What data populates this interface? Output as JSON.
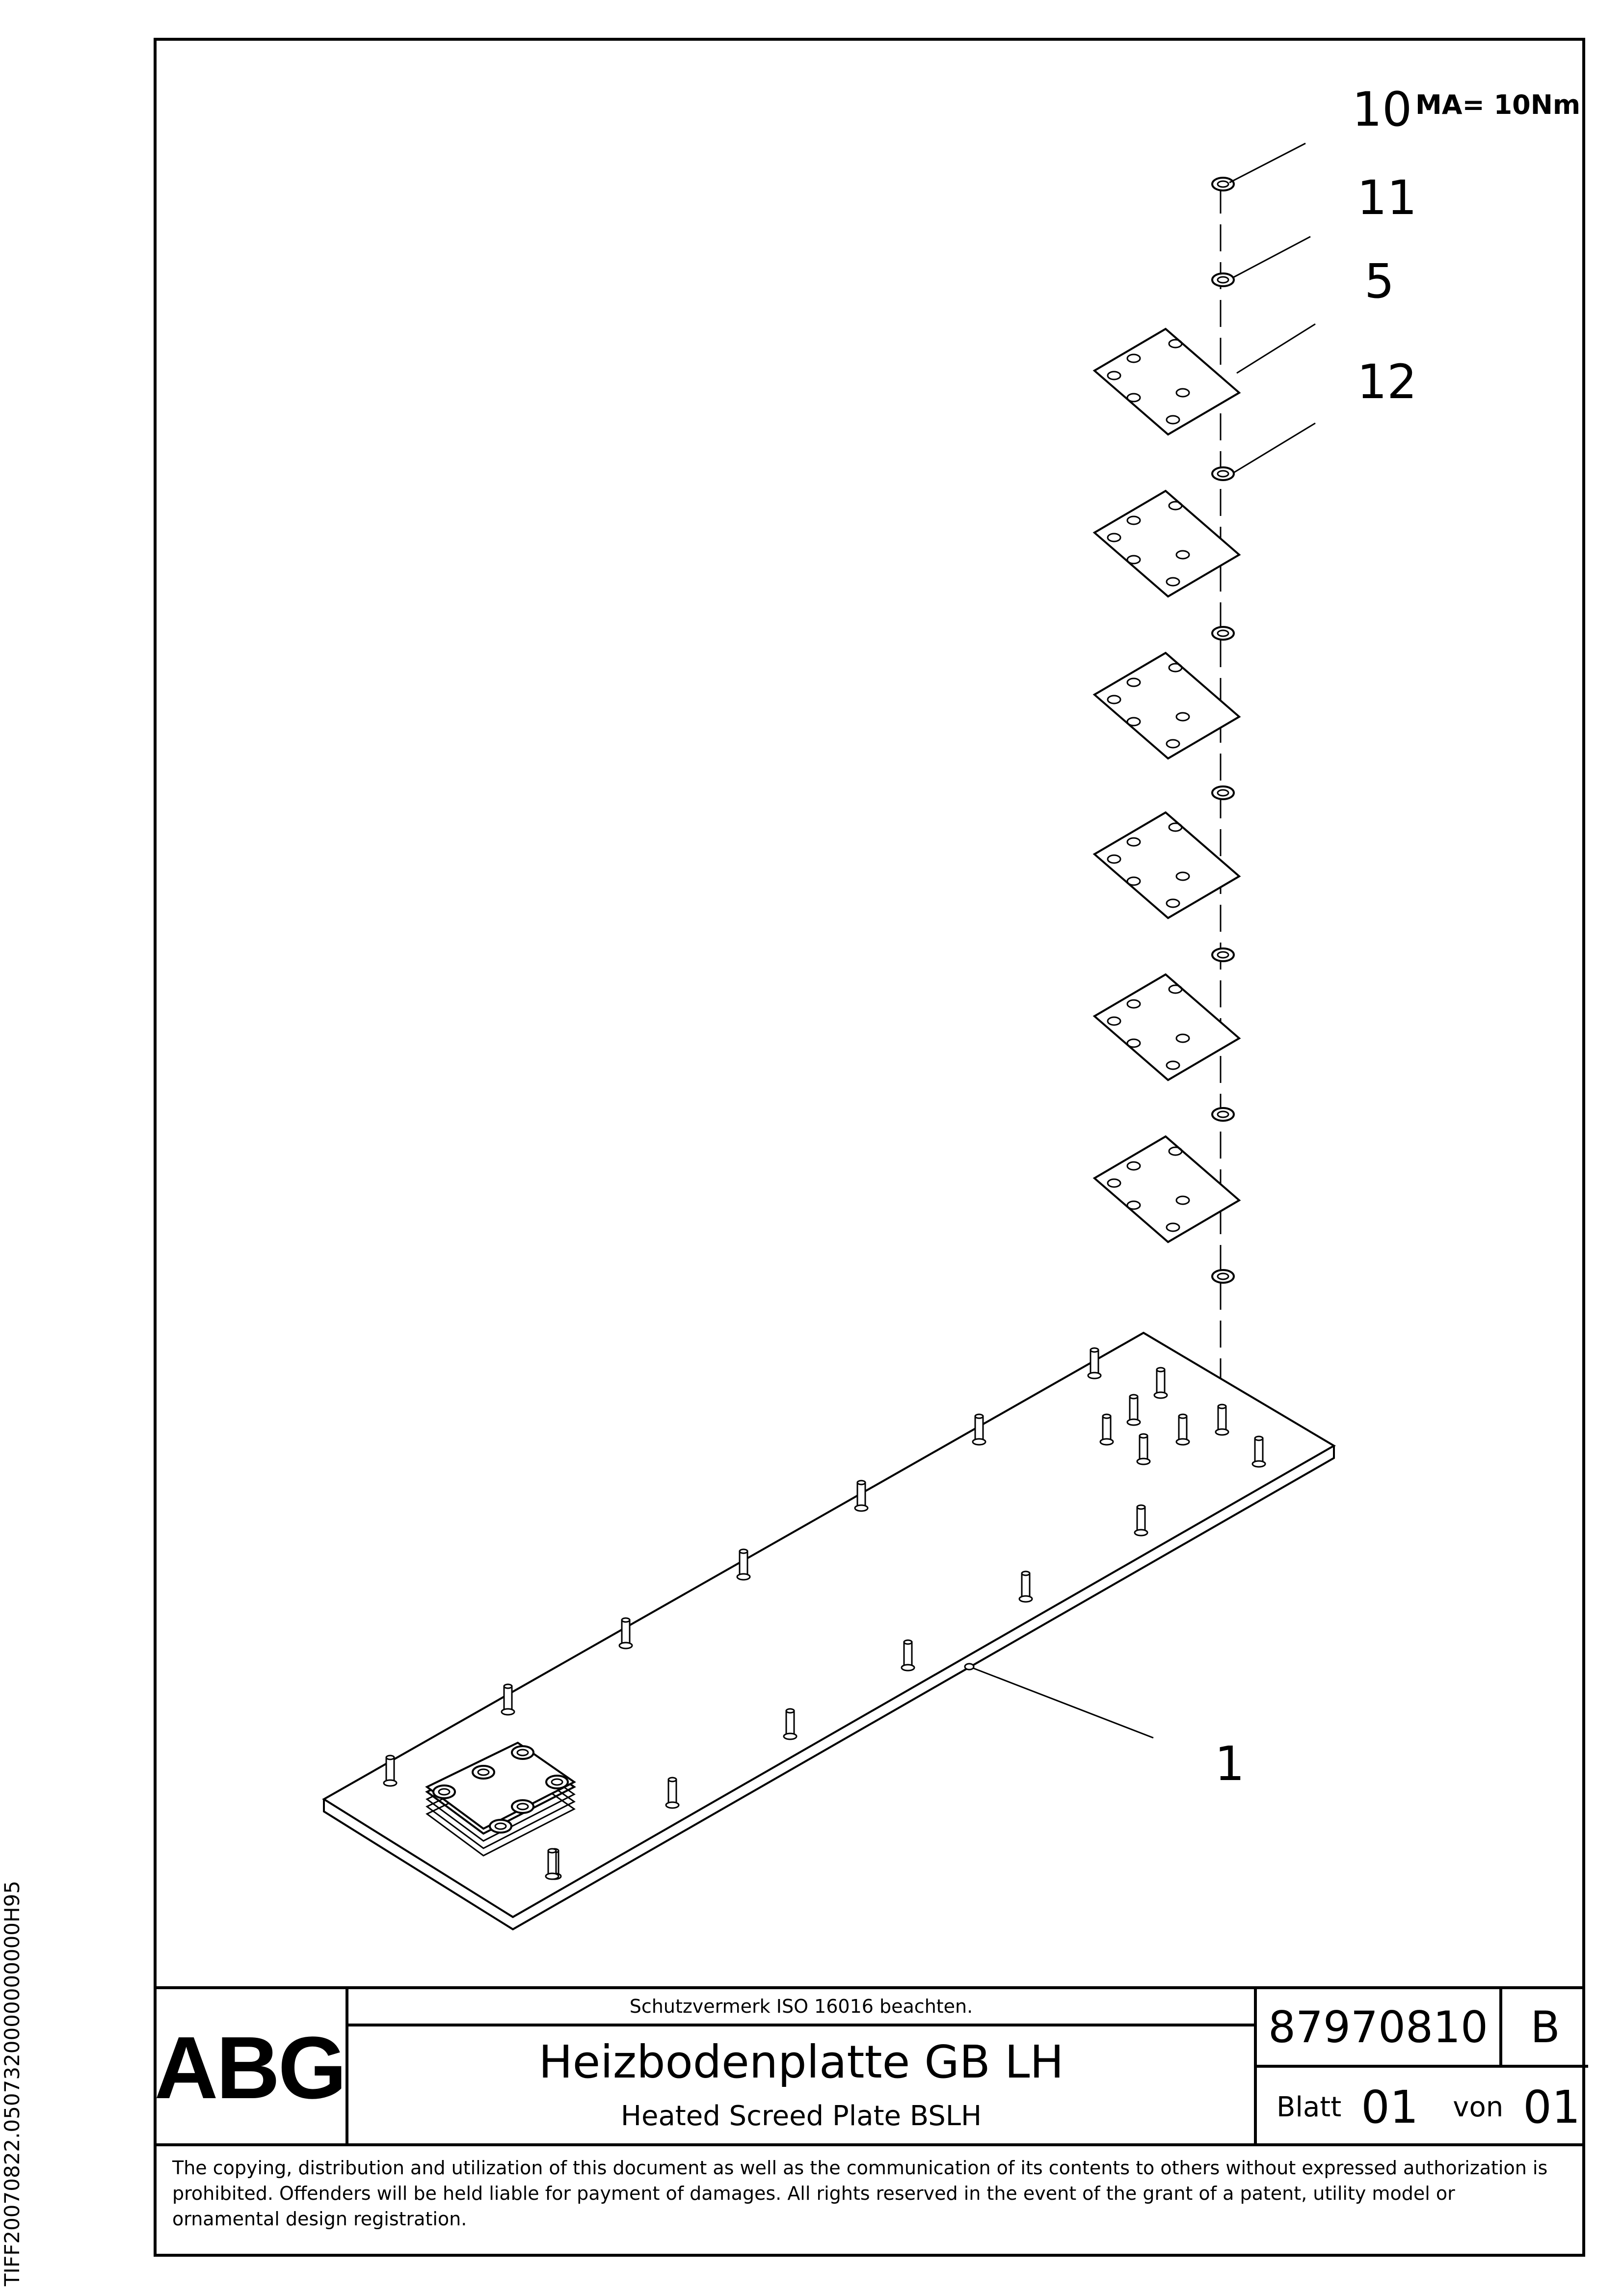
{
  "side_code": "TIFF20070822.0507320000000000H95",
  "callouts": [
    "10",
    "11",
    "5",
    "12",
    "1"
  ],
  "torque": {
    "label": "MA",
    "value": "= 10Nm"
  },
  "title_block": {
    "logo": "ABG",
    "notice": "Schutzvermerk ISO 16016 beachten.",
    "title_de": "Heizbodenplatte GB LH",
    "title_en": "Heated Screed Plate BSLH",
    "doc_number": "87970810",
    "revision": "B",
    "sheet_label": "Blatt",
    "sheet_number": "01",
    "of_label": "von",
    "sheet_total": "01",
    "legal": "The copying, distribution and utilization of this document as well as the communication of its contents to others without expressed authorization is prohibited. Offenders will be held liable for payment of damages. All rights reserved in the event of the grant of a patent, utility model or ornamental design registration."
  }
}
